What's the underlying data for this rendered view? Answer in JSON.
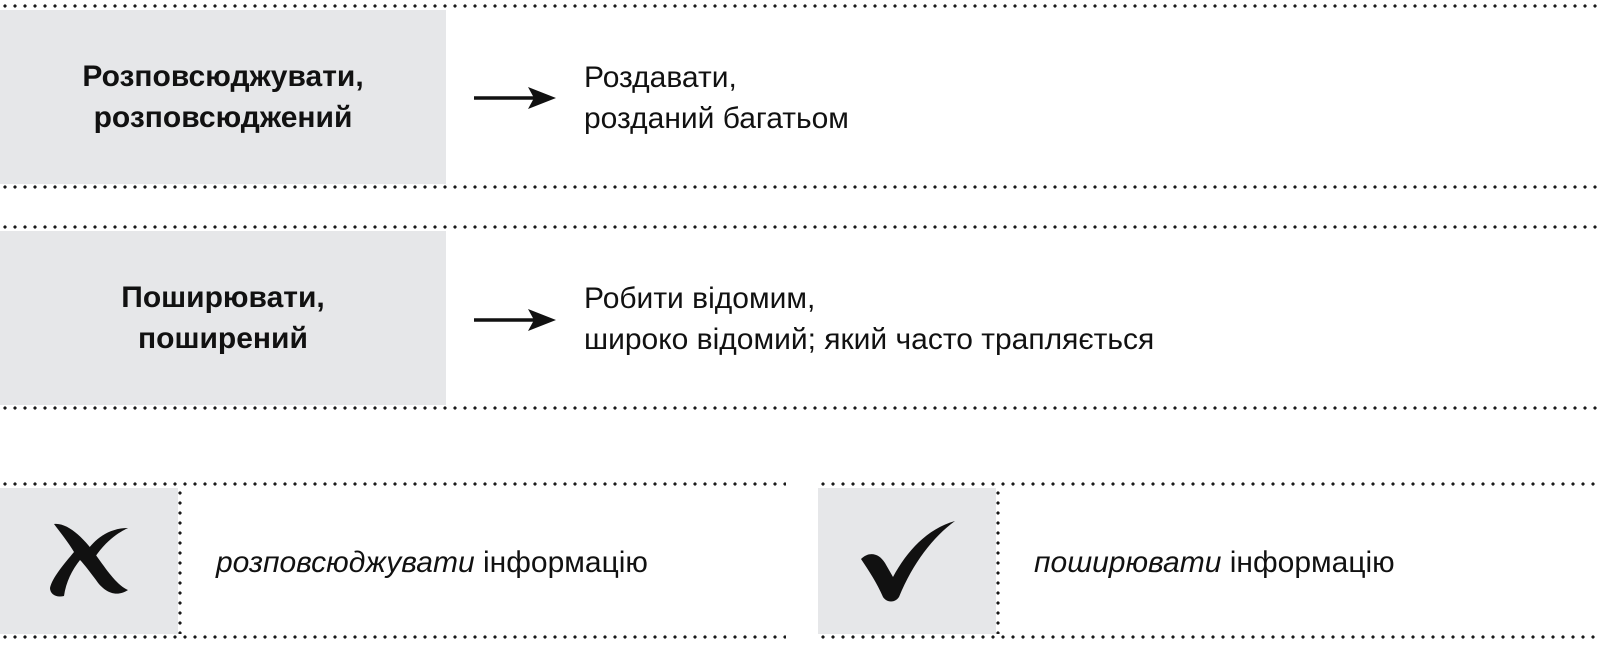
{
  "colors": {
    "box_fill": "#e6e7e9",
    "text": "#111111",
    "dots": "#1a1a1a"
  },
  "rows": [
    {
      "term_line1": "Розповсюджувати,",
      "term_line2": "розповсюджений",
      "meaning_line1": "Роздавати,",
      "meaning_line2": "розданий багатьом"
    },
    {
      "term_line1": "Поширювати,",
      "term_line2": "поширений",
      "meaning_line1": "Робити відомим,",
      "meaning_line2": "широко відомий; який часто трапляється"
    }
  ],
  "examples": {
    "wrong": {
      "icon": "cross-mark-icon",
      "italic_word": "розповсюджувати",
      "rest": " інформацію"
    },
    "right": {
      "icon": "check-mark-icon",
      "italic_word": "поширювати",
      "rest": " інформацію"
    }
  }
}
